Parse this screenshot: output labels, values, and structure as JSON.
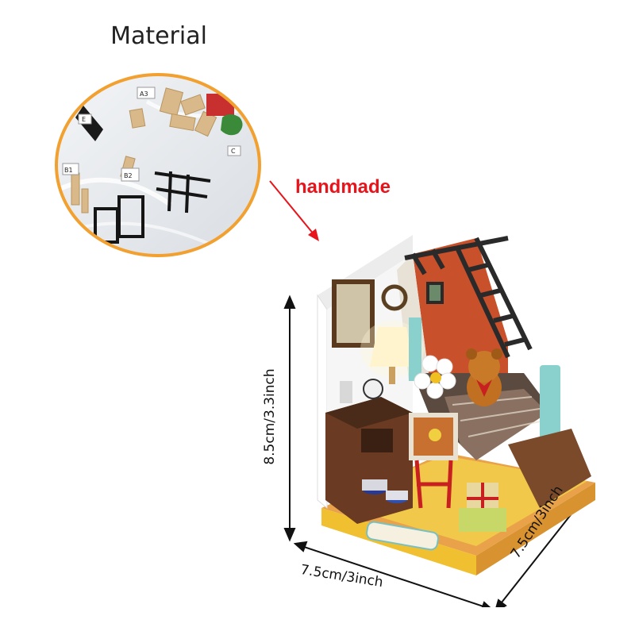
{
  "labels": {
    "material": "Material",
    "handmade": "handmade"
  },
  "dimensions": {
    "height": "8.5cm/3.3inch",
    "width": "7.5cm/3inch",
    "depth": "7.5cm/3inch"
  },
  "packet_tags": [
    "A3",
    "E",
    "B1",
    "B2",
    "C"
  ],
  "colors": {
    "handmade_text": "#e8141b",
    "arrow": "#e8141b",
    "photo_border": "#f2a030",
    "base_yellow": "#f0c030",
    "back_wall": "#c8502a",
    "ladder": "#2a2a2a"
  }
}
